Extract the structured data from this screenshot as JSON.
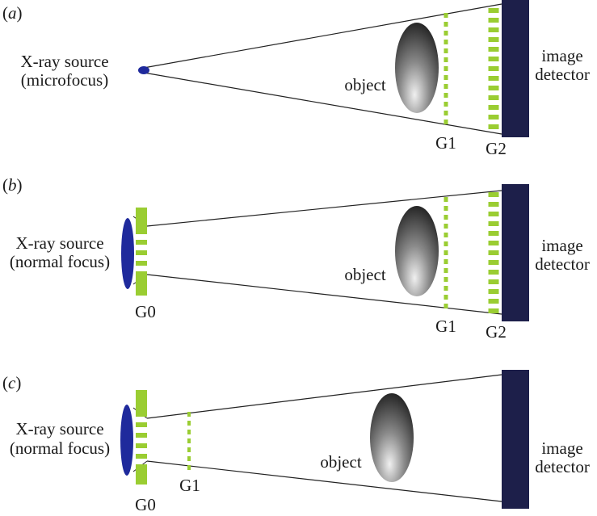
{
  "colors": {
    "source": "#1f2a9c",
    "grating": "#9acd32",
    "detector": "#1d1f4a",
    "beam_line": "#222222",
    "object_light": "#e8e8e8",
    "object_dark": "#2b2b2b"
  },
  "panels": [
    {
      "id": "a",
      "panel_open": "(",
      "panel_letter": "a",
      "panel_close": ")",
      "source_line1": "X-ray source",
      "source_line2": "(microfocus)",
      "object_label": "object",
      "detector_line1": "image",
      "detector_line2": "detector",
      "g0_label": "",
      "g1_label": "G1",
      "g2_label": "G2"
    },
    {
      "id": "b",
      "panel_open": "(",
      "panel_letter": "b",
      "panel_close": ")",
      "source_line1": "X-ray source",
      "source_line2": "(normal focus)",
      "object_label": "object",
      "detector_line1": "image",
      "detector_line2": "detector",
      "g0_label": "G0",
      "g1_label": "G1",
      "g2_label": "G2"
    },
    {
      "id": "c",
      "panel_open": "(",
      "panel_letter": "c",
      "panel_close": ")",
      "source_line1": "X-ray source",
      "source_line2": "(normal focus)",
      "object_label": "object",
      "detector_line1": "image",
      "detector_line2": "detector",
      "g0_label": "G0",
      "g1_label": "G1",
      "g2_label": ""
    }
  ]
}
